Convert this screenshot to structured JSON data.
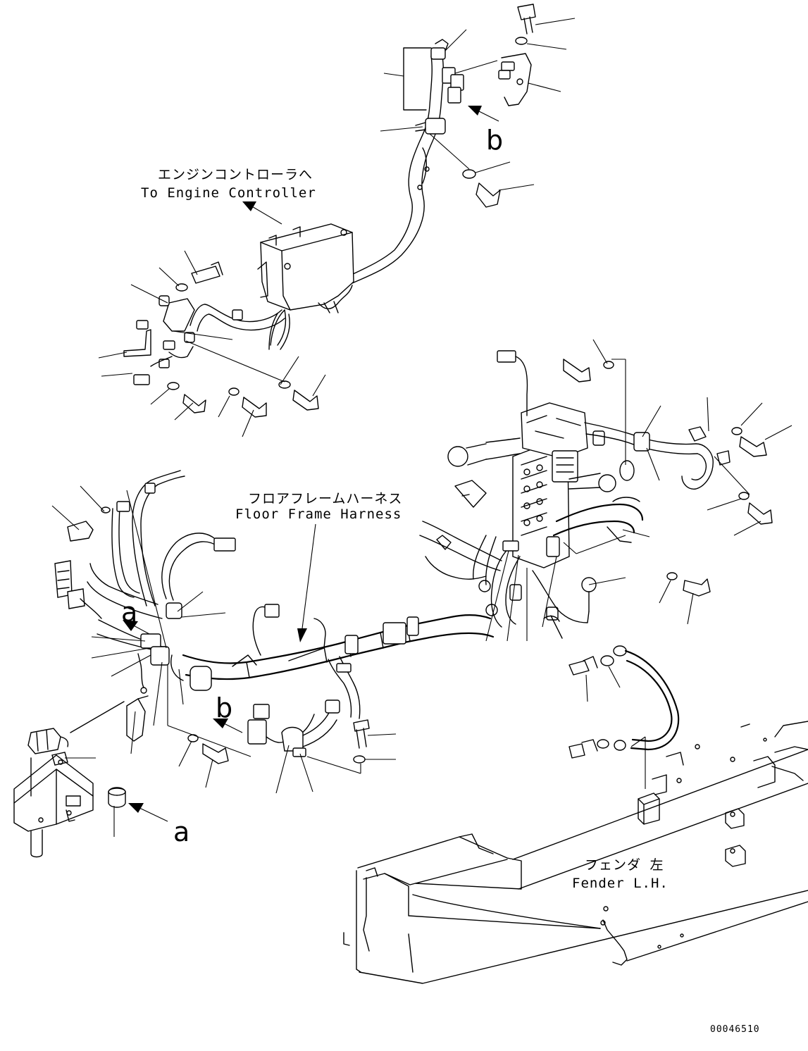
{
  "labels": {
    "engine_controller_jp": "エンジンコントローラへ",
    "engine_controller_en": "To Engine Controller",
    "harness_jp": "フロアフレームハーネス",
    "harness_en": "Floor Frame Harness",
    "fender_jp": "フェンダ 左",
    "fender_en": "Fender L.H."
  },
  "view_marks": {
    "a_left": "a",
    "a_bottom": "a",
    "b_top": "b",
    "b_middle": "b"
  },
  "drawing_number": "00046510"
}
